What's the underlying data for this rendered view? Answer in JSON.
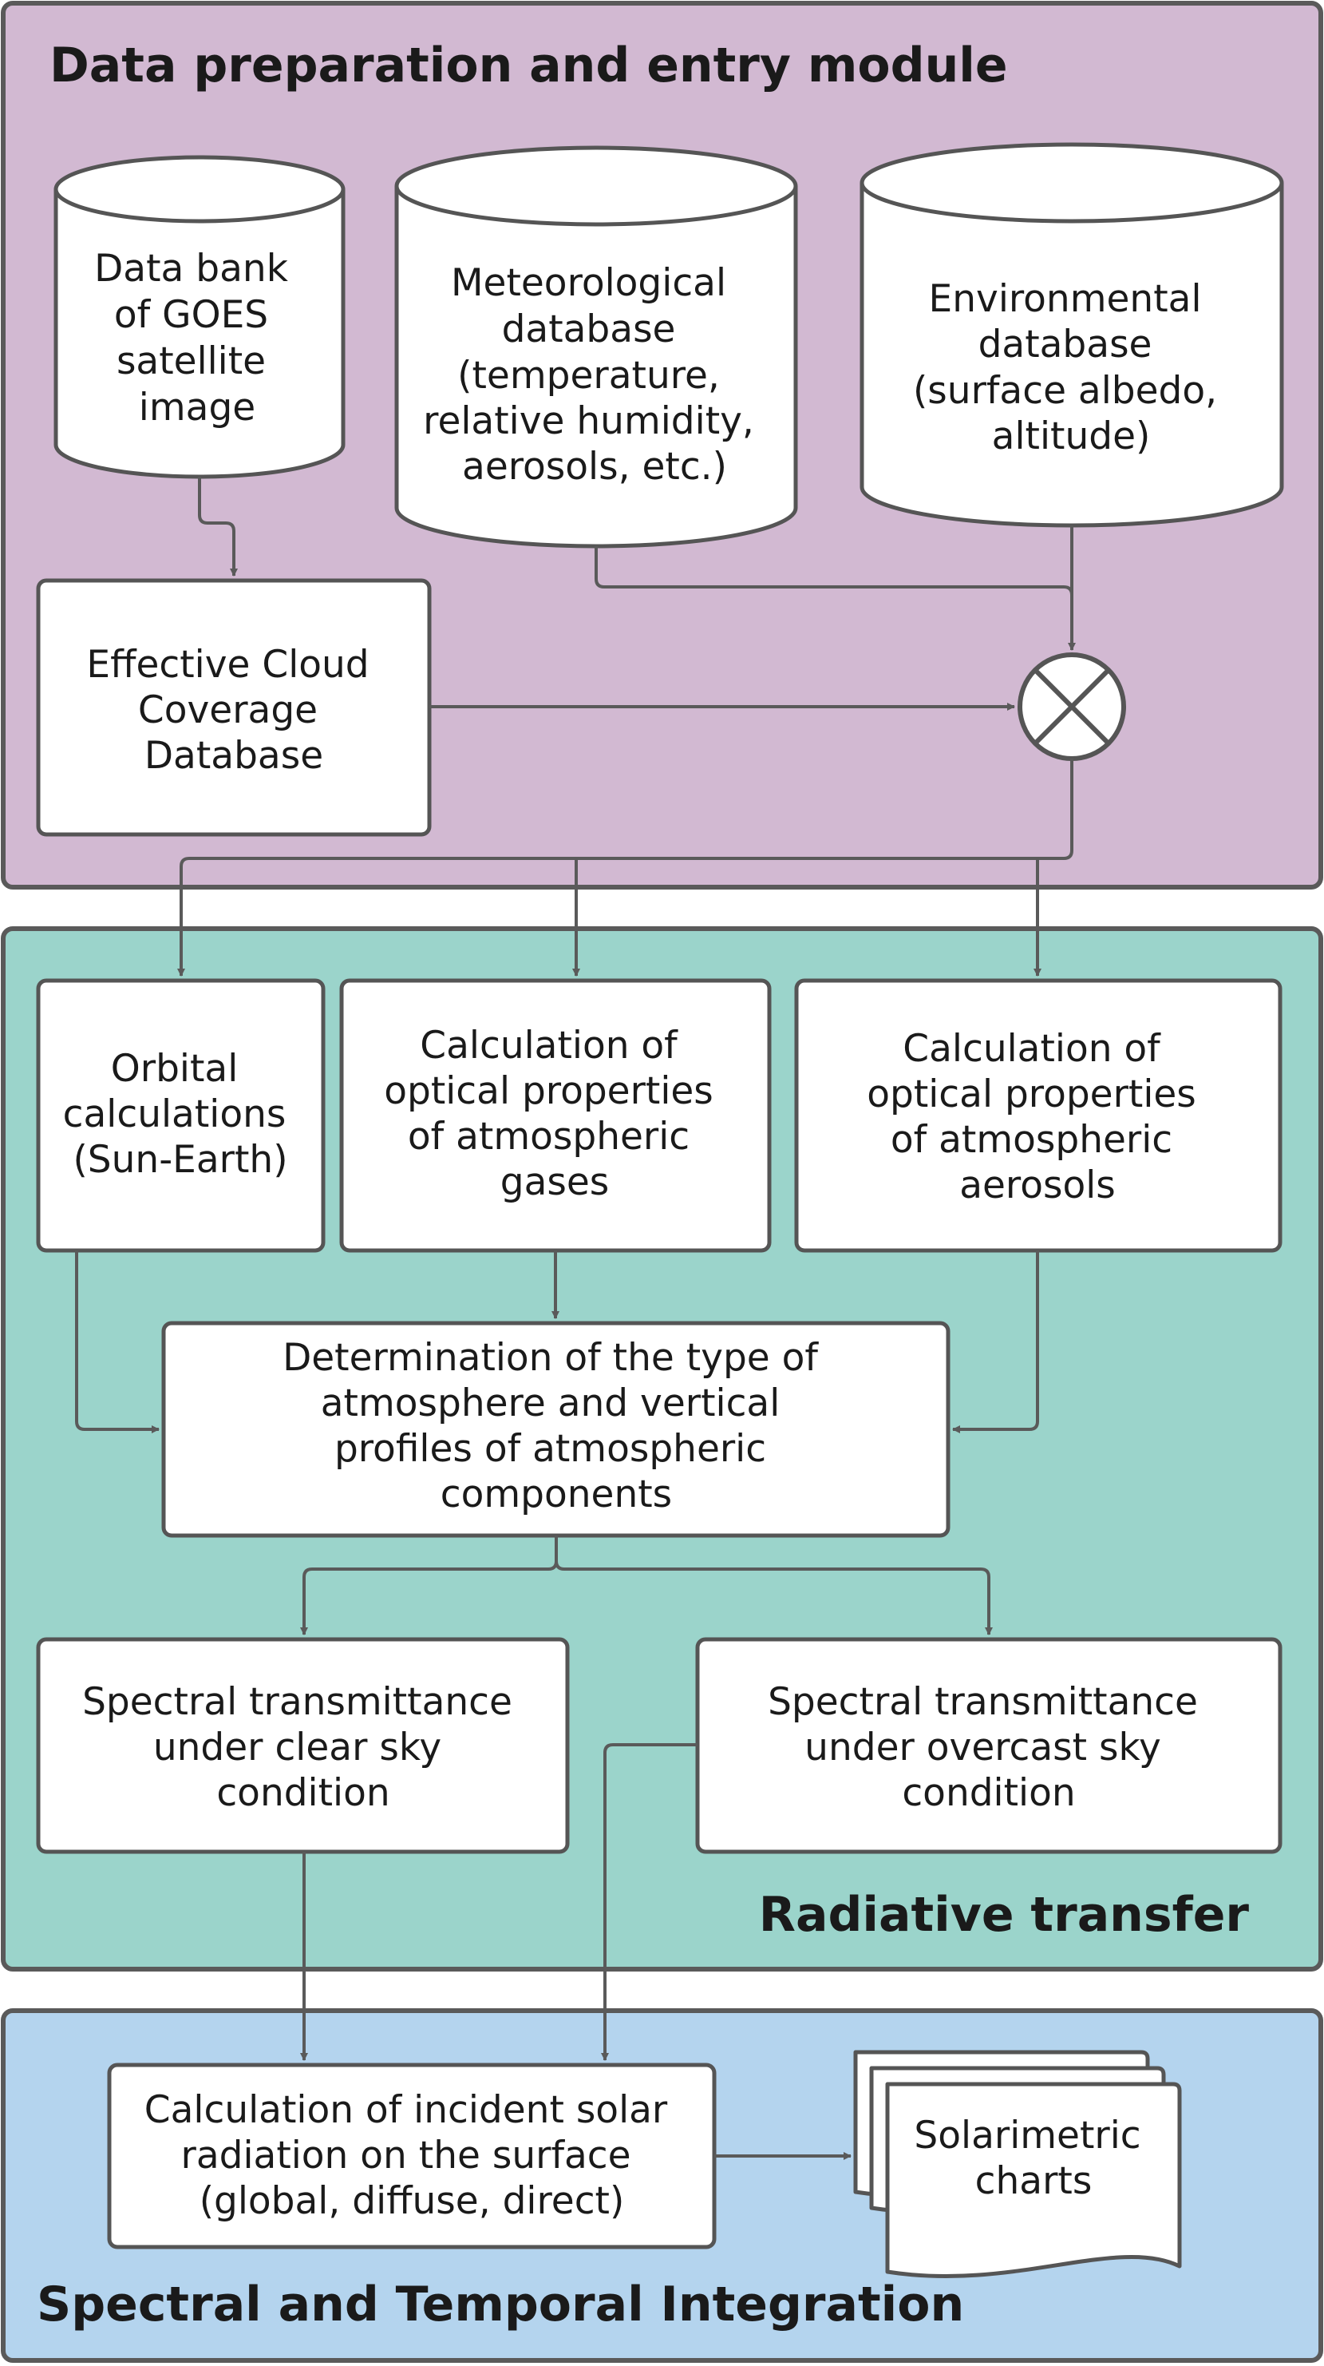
{
  "sections": {
    "data_prep": {
      "title": "Data preparation and entry module",
      "color": "#d2b9d2"
    },
    "radiative": {
      "title": "Radiative transfer",
      "color": "#9bd4cb"
    },
    "integration": {
      "title": "Spectral and Temporal Integration",
      "color": "#b4d4ee"
    }
  },
  "databases": {
    "goes": {
      "lines": [
        "Data bank",
        "of GOES",
        "satellite",
        "image"
      ]
    },
    "meteo": {
      "lines": [
        "Meteorological",
        "database",
        "(temperature,",
        "relative humidity,",
        "aerosols, etc.)"
      ]
    },
    "env": {
      "lines": [
        "Environmental",
        "database",
        "(surface albedo,",
        "altitude)"
      ]
    }
  },
  "boxes": {
    "cloud": {
      "lines": [
        "Effective Cloud",
        "Coverage",
        "Database"
      ]
    },
    "orbital": {
      "lines": [
        "Orbital",
        "calculations",
        "(Sun-Earth)"
      ]
    },
    "gases": {
      "lines": [
        "Calculation of",
        "optical properties",
        "of atmospheric",
        "gases"
      ]
    },
    "aerosols": {
      "lines": [
        "Calculation of",
        "optical properties",
        "of atmospheric",
        "aerosols"
      ]
    },
    "determination": {
      "lines": [
        "Determination of the type of",
        "atmosphere and vertical",
        "profiles of atmospheric",
        "components"
      ]
    },
    "clear": {
      "lines": [
        "Spectral transmittance",
        "under clear sky",
        "condition"
      ]
    },
    "overcast": {
      "lines": [
        "Spectral transmittance",
        "under overcast sky",
        "condition"
      ]
    },
    "incident": {
      "lines": [
        "Calculation of incident solar",
        "radiation on the surface",
        "(global, diffuse, direct)"
      ]
    },
    "charts": {
      "lines": [
        "Solarimetric",
        "charts"
      ]
    }
  },
  "icons": {
    "combiner": "circle-cross-icon",
    "documents": "document-stack-icon"
  }
}
